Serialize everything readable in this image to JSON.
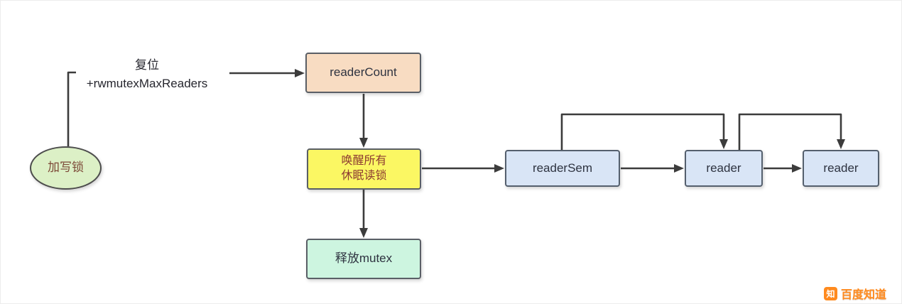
{
  "diagram": {
    "nodes": {
      "write_lock": {
        "label": "加写锁",
        "fill": "#dcf0c6",
        "text": "#7d4a38"
      },
      "reader_count": {
        "label": "readerCount",
        "fill": "#f8dcc2",
        "text": "#2e3340"
      },
      "wake_readers": {
        "line1": "唤醒所有",
        "line2": "休眠读锁",
        "fill": "#fbf763",
        "text": "#8d3b32"
      },
      "release_mutex": {
        "label": "释放mutex",
        "fill": "#cdf5e0",
        "text": "#2e3340"
      },
      "reader_sem": {
        "label": "readerSem",
        "fill": "#d9e5f6",
        "text": "#2e3340"
      },
      "reader_a": {
        "label": "reader",
        "fill": "#d9e5f6",
        "text": "#2e3340"
      },
      "reader_b": {
        "label": "reader",
        "fill": "#d9e5f6",
        "text": "#2e3340"
      }
    },
    "annotations": {
      "reset": {
        "line1": "复位",
        "line2": "+rwmutexMaxReaders"
      }
    },
    "arrow_color": "#3c3c3c"
  },
  "watermark": {
    "text": "百度知道",
    "icon_glyph": "知",
    "color": "#ff8a1e"
  }
}
